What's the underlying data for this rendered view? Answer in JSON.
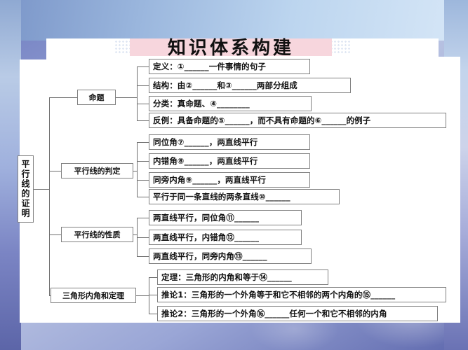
{
  "slide": {
    "title": "知识体系构建",
    "accent_pink": "#f7d6dd",
    "background_blue": "#8e98d0"
  },
  "diagram": {
    "root": {
      "label": "平行线的证明"
    },
    "branches": [
      {
        "label": "命题",
        "items": [
          {
            "text": "定义：①______一件事情的句子"
          },
          {
            "text": "结构：由②______和③______两部分组成"
          },
          {
            "text": "分类：真命题、④________"
          },
          {
            "text": "反例：具备命题的⑤______，而不具有命题的⑥______的例子"
          }
        ]
      },
      {
        "label": "平行线的判定",
        "items": [
          {
            "text": "同位角⑦______，两直线平行"
          },
          {
            "text": "内错角⑧______，两直线平行"
          },
          {
            "text": "同旁内角⑨______，两直线平行"
          },
          {
            "text": "平行于同一条直线的两条直线⑩______"
          }
        ]
      },
      {
        "label": "平行线的性质",
        "items": [
          {
            "text": "两直线平行，同位角⑪______"
          },
          {
            "text": "两直线平行，内错角⑫______"
          },
          {
            "text": "两直线平行，同旁内角⑬______"
          }
        ]
      },
      {
        "label": "三角形内角和定理",
        "items": [
          {
            "text": "定理：三角形的内角和等于⑭______"
          },
          {
            "text": "推论1：三角形的一个外角等于和它不相邻的两个内角的⑮______"
          },
          {
            "text": "推论2：三角形的一个外角⑯______任何一个和它不相邻的内角"
          }
        ]
      }
    ]
  }
}
